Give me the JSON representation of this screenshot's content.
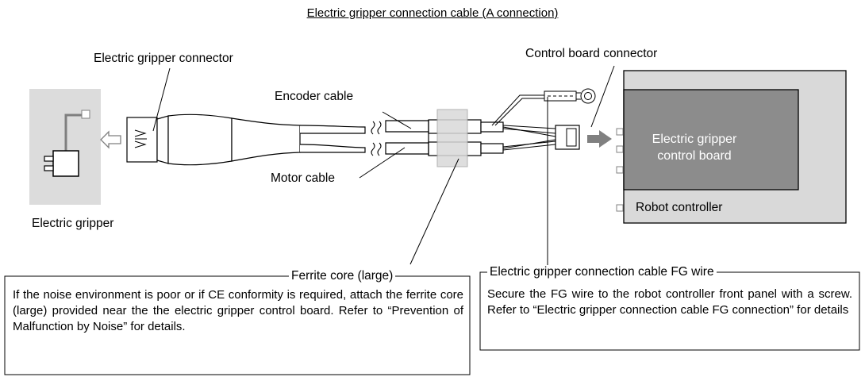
{
  "title": "Electric gripper connection cable (A connection)",
  "labels": {
    "gripper_connector": "Electric gripper connector",
    "control_board_connector": "Control board connector",
    "encoder_cable": "Encoder cable",
    "motor_cable": "Motor cable",
    "electric_gripper": "Electric gripper",
    "control_board_line1": "Electric gripper",
    "control_board_line2": "control board",
    "robot_controller": "Robot controller"
  },
  "notes": {
    "ferrite": {
      "title": "Ferrite core (large)",
      "text": "If the noise environment is poor or if CE conformity is required, attach the ferrite core (large) provided near the the electric gripper control board. Refer to “Prevention of Malfunction by Noise” for details."
    },
    "fg": {
      "title": "Electric gripper connection cable FG wire",
      "text": "Secure the FG wire to the robot controller front panel with a screw. Refer to “Electric gripper connection cable FG connection” for details"
    }
  }
}
